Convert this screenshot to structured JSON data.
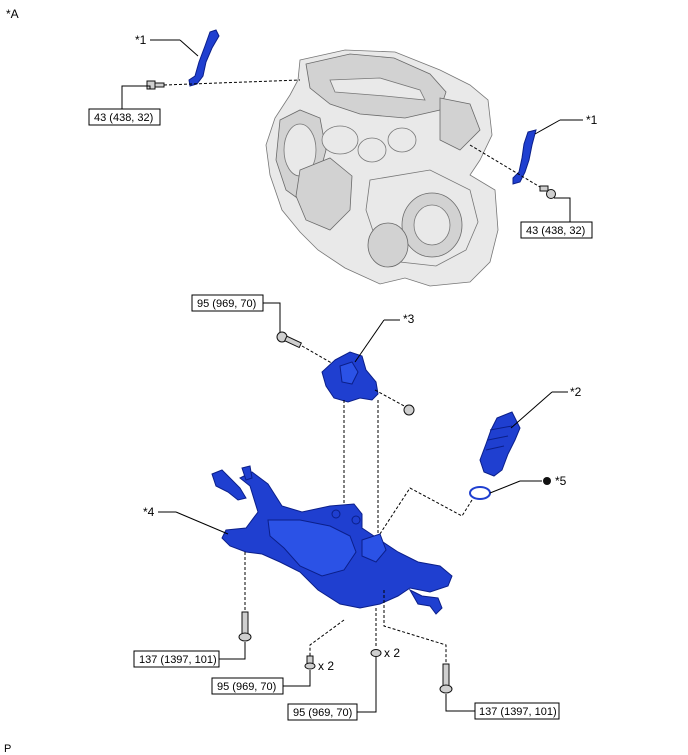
{
  "view_label": "*A",
  "corner_label": "P",
  "callouts": {
    "c1": "*1",
    "c2": "*2",
    "c3": "*3",
    "c4": "*4",
    "c5": "*5"
  },
  "torques": {
    "bracket_left": "43 (438, 32)",
    "bracket_right": "43 (438, 32)",
    "mount_bolt": "95 (969, 70)",
    "front_left": "137 (1397, 101)",
    "front_mid": "95 (969, 70)",
    "rear_mid": "95 (969, 70)",
    "rear_right": "137 (1397, 101)"
  },
  "quantities": {
    "front_mid_qty": "x 2",
    "rear_mid_qty": "x 2"
  }
}
